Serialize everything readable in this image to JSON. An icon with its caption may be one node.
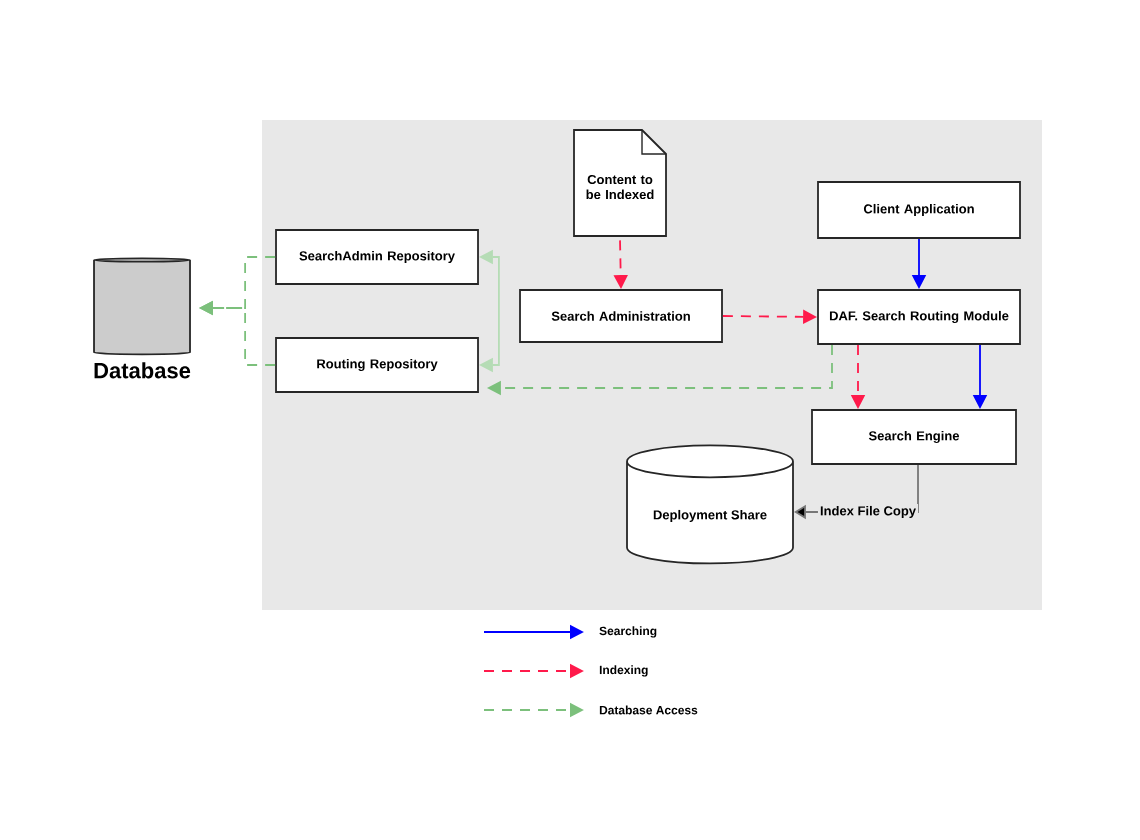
{
  "diagram": {
    "nodes": [
      {
        "text": [
          "Database"
        ]
      },
      {
        "text": [
          "SearchAdmin Repository"
        ]
      },
      {
        "text": [
          "Routing Repository"
        ]
      },
      {
        "text": [
          "Content to be Indexed"
        ]
      },
      {
        "text": [
          "Search Administration"
        ]
      },
      {
        "text": [
          "Client Application"
        ]
      },
      {
        "text": [
          "DAF. Search Routing Module"
        ]
      },
      {
        "text": [
          "Search Engine"
        ]
      },
      {
        "text": [
          "Deployment Share"
        ]
      }
    ],
    "edges": [
      {
        "from": 3,
        "to": 4,
        "arrow": "to",
        "style": "dashed",
        "color": "#ff1a4b"
      },
      {
        "from": 4,
        "to": 6,
        "arrow": "to",
        "style": "dashed",
        "color": "#ff1a4b"
      },
      {
        "from": 5,
        "to": 6,
        "arrow": "to",
        "color": "#0000ff"
      },
      {
        "from": 6,
        "to": 7,
        "arrow": "to",
        "color": "#0000ff"
      },
      {
        "from": 6,
        "to": 7,
        "arrow": "to",
        "style": "dashed",
        "color": "#ff1a4b"
      },
      {
        "from": 6,
        "to": 2,
        "arrow": "to",
        "style": "dashed",
        "color": "#7cc07c"
      },
      {
        "from": 2,
        "to": 1,
        "arrow": "both",
        "color": "#b5dcb5"
      },
      {
        "from": 1,
        "to": 0,
        "arrow": "to",
        "style": "dashed",
        "color": "#7cc07c"
      },
      {
        "from": 2,
        "to": 0,
        "arrow": "to",
        "style": "dashed",
        "color": "#7cc07c"
      },
      {
        "from": 7,
        "to": 8,
        "arrow": "to",
        "label": "Index File Copy",
        "color": "#777777"
      }
    ],
    "legend": [
      {
        "text": "Searching"
      },
      {
        "text": "Indexing"
      },
      {
        "text": "Database Access"
      }
    ]
  }
}
